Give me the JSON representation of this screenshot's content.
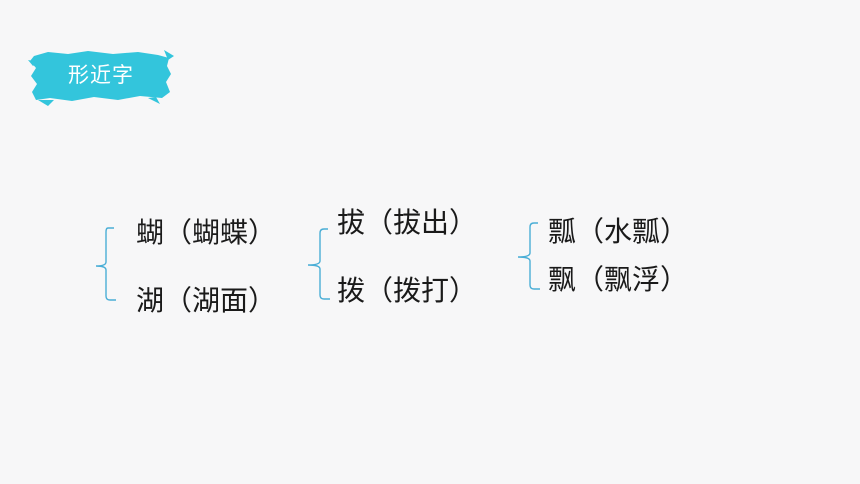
{
  "slide": {
    "section_title": "形近字",
    "groups": [
      {
        "items": [
          "蝴（蝴蝶）",
          "湖（湖面）"
        ]
      },
      {
        "items": [
          "拔（拔出）",
          "拨（拨打）"
        ]
      },
      {
        "items": [
          "瓢（水瓢）",
          "飘（飘浮）"
        ]
      }
    ]
  },
  "colors": {
    "accent": "#33c5dc",
    "brace": "#4aaed6",
    "text": "#1a1a1a",
    "background": "#f7f7f8"
  }
}
